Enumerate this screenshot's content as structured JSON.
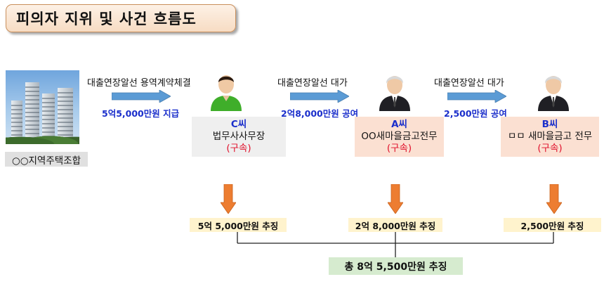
{
  "title": "피의자 지위 및 사건 흐름도",
  "union": {
    "label": "○○지역주택조합"
  },
  "flows": [
    {
      "top": "대출연장알선 용역계약체결",
      "bottom": "5억5,000만원 지급"
    },
    {
      "top": "대출연장알선 대가",
      "bottom": "2억8,000만원 공여"
    },
    {
      "top": "대출연장알선 대가",
      "bottom": "2,500만원 공여"
    }
  ],
  "persons": [
    {
      "name": "C씨",
      "title": "법무사사무장",
      "status": "(구속)"
    },
    {
      "name": "A씨",
      "title": "OO새마을금고전무",
      "status": "(구속)"
    },
    {
      "name": "B씨",
      "title": "ㅁㅁ 새마을금고 전무",
      "status": "(구속)"
    }
  ],
  "amounts": [
    "5억 5,000만원 추징",
    "2억 8,000만원 추징",
    "2,500만원 추징"
  ],
  "total": "총 8억 5,500만원 추징",
  "colors": {
    "blue_text": "#1a2ecb",
    "red_text": "#e0102b",
    "arrow_blue": "#5b9bd5",
    "arrow_orange": "#ed7d31",
    "gray_box": "#efefef",
    "peach_box": "#fbe0d2",
    "yellow_box": "#fff3cd",
    "green_box": "#d6ebcf"
  }
}
